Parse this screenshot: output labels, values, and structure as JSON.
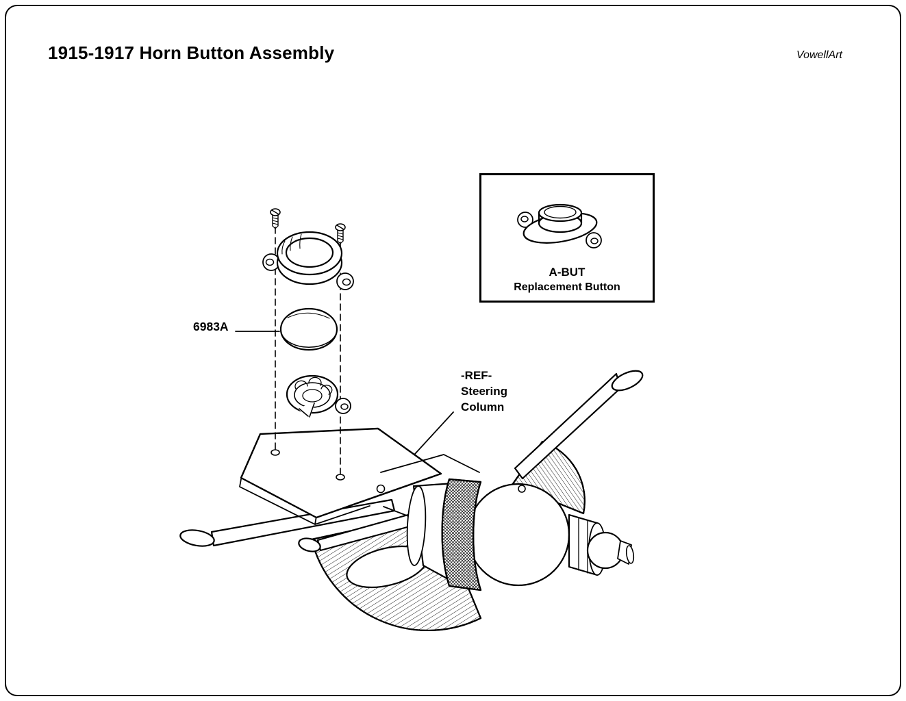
{
  "page": {
    "title": "1915-1917 Horn Button Assembly",
    "artist": "VowellArt"
  },
  "callouts": {
    "part_number": "6983A",
    "ref": {
      "line1": "-REF-",
      "line2": "Steering",
      "line3": "Column"
    }
  },
  "inset": {
    "part_code": "A-BUT",
    "part_name": "Replacement Button"
  }
}
